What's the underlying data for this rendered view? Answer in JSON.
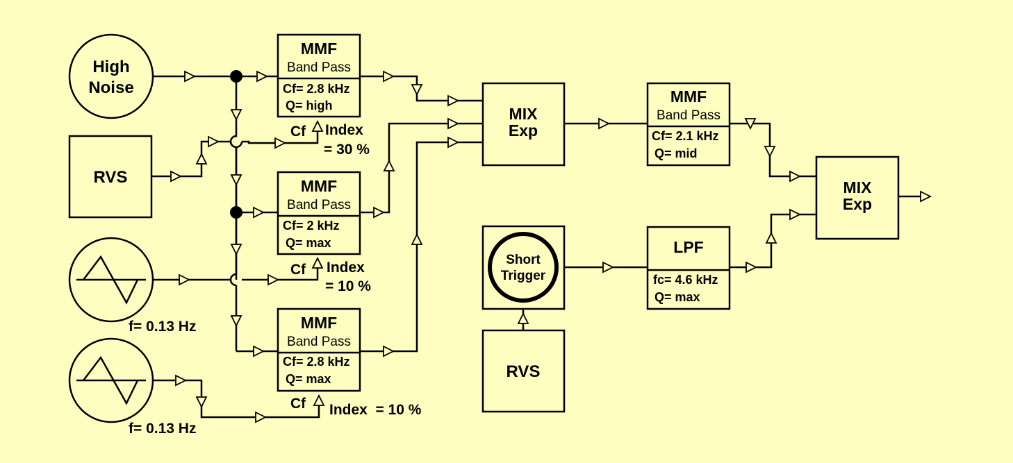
{
  "colors": {
    "background": "#fefec0",
    "stroke": "#000000"
  },
  "sources": {
    "noise": {
      "line1": "High",
      "line2": "Noise"
    },
    "rvs_left": {
      "label": "RVS"
    },
    "osc1": {
      "icon": "sawtooth-wave-icon",
      "freq": "f= 0.13 Hz"
    },
    "osc2": {
      "icon": "sawtooth-wave-icon",
      "freq": "f= 0.13 Hz"
    },
    "rvs_bottom": {
      "label": "RVS"
    },
    "trigger": {
      "line1": "Short",
      "line2": "Trigger"
    }
  },
  "filters": {
    "f1": {
      "title": "MMF",
      "subtitle": "Band Pass",
      "param1": "Cf= 2.8 kHz",
      "param2": "Q= high",
      "cf_label": "Cf",
      "index1": "Index",
      "index2": "= 30 %"
    },
    "f2": {
      "title": "MMF",
      "subtitle": "Band Pass",
      "param1": "Cf= 2 kHz",
      "param2": "Q= max",
      "cf_label": "Cf",
      "index1": "Index",
      "index2": "= 10 %"
    },
    "f3": {
      "title": "MMF",
      "subtitle": "Band Pass",
      "param1": "Cf= 2.8 kHz",
      "param2": "Q= max",
      "cf_label": "Cf",
      "index": "Index  = 10 %"
    },
    "f4": {
      "title": "MMF",
      "subtitle": "Band Pass",
      "param1": "Cf= 2.1 kHz",
      "param2": "Q= mid"
    },
    "lpf": {
      "title": "LPF",
      "param1": "fc= 4.6 kHz",
      "param2": "Q= max"
    }
  },
  "mixers": {
    "mix1": {
      "line1": "MIX",
      "line2": "Exp"
    },
    "mix2": {
      "line1": "MIX",
      "line2": "Exp"
    }
  }
}
